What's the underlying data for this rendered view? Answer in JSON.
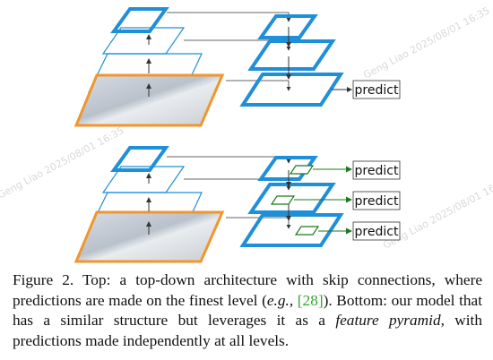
{
  "figure": {
    "top_diagram": {
      "predict_label": "predict"
    },
    "bottom_diagram": {
      "predict_labels": [
        "predict",
        "predict",
        "predict"
      ]
    },
    "watermark_text": "Geng Liao 2025/08/01 16:35",
    "colors": {
      "feature_map_stroke": "#1f8fd8",
      "image_border": "#f0962d",
      "prediction_arrow": "#1a7a1a",
      "connection_line": "#333333"
    }
  },
  "caption": {
    "label": "Figure 2.",
    "part1": " Top: a top-down architecture with skip connections, where predictions are made on the finest level (",
    "eg": "e.g.",
    "part2": ", ",
    "citation": "[28]",
    "part3": "). Bottom: our model that has a similar structure but leverages it as a ",
    "feature_pyramid": "feature pyramid",
    "part4": ", with predictions made independently at all levels."
  }
}
